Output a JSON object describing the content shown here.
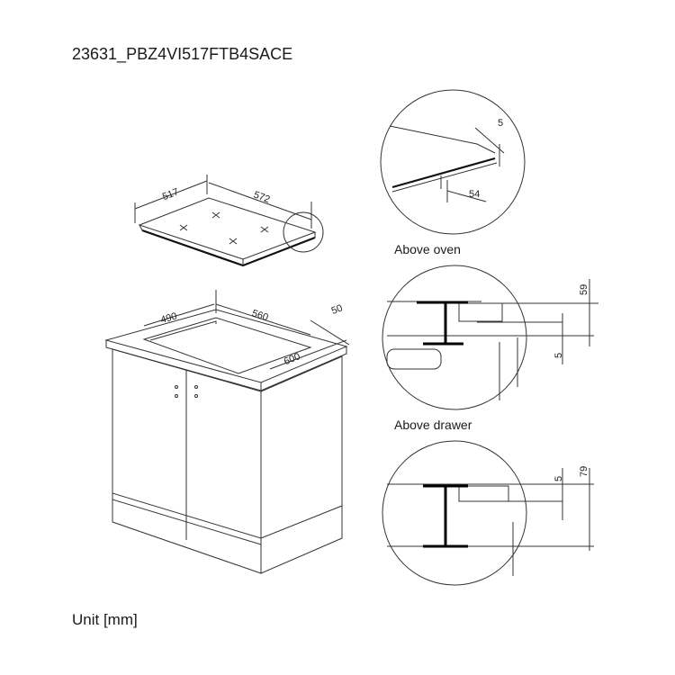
{
  "title": "23631_PBZ4VI517FTB4SACE",
  "unit_label": "Unit [mm]",
  "hob": {
    "depth": "517",
    "width": "572"
  },
  "cabinet": {
    "cutout_depth": "490",
    "cutout_width": "560",
    "edge_offset": "50",
    "worktop_depth": "600"
  },
  "detail_top": {
    "dim_a": "5",
    "dim_b": "54"
  },
  "above_oven": {
    "label": "Above oven",
    "dim_total": "59",
    "dim_gap": "5"
  },
  "above_drawer": {
    "label": "Above drawer",
    "dim_gap": "5",
    "dim_total": "79"
  }
}
